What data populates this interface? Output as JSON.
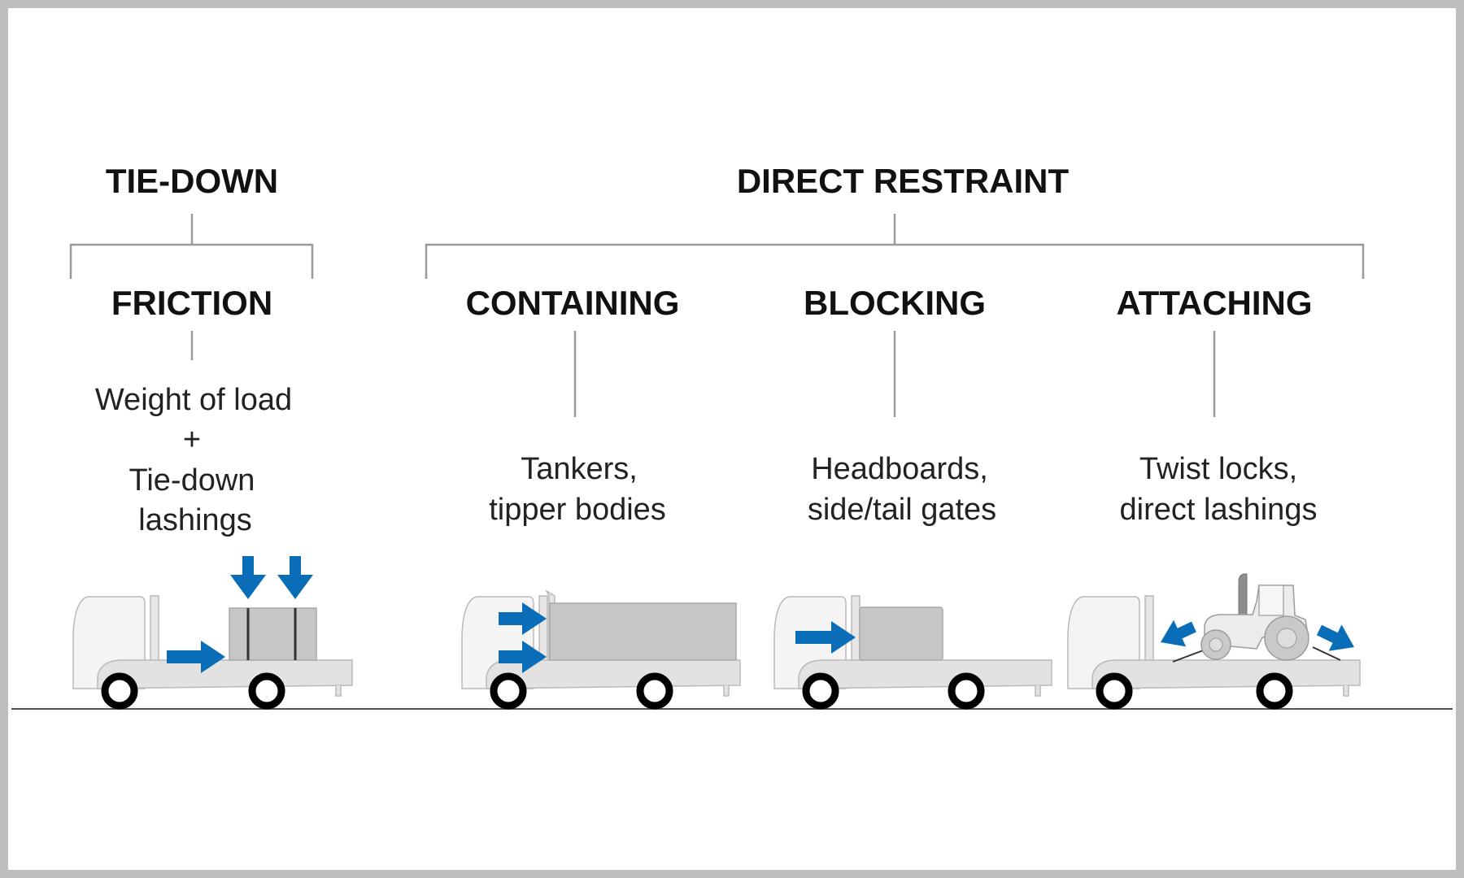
{
  "title": "Load restraint methods",
  "groups": [
    {
      "heading": "TIE-DOWN",
      "methods": [
        {
          "name": "FRICTION",
          "description_lines": [
            "Weight of load",
            "+",
            "Tie-down",
            "lashings"
          ],
          "vehicle": "flatbed truck with strapped box load",
          "force_arrows": [
            "down",
            "down",
            "right"
          ]
        }
      ]
    },
    {
      "heading": "DIRECT RESTRAINT",
      "methods": [
        {
          "name": "CONTAINING",
          "description_lines": [
            "Tankers,",
            "tipper bodies"
          ],
          "vehicle": "tipper truck",
          "force_arrows": [
            "right",
            "right"
          ]
        },
        {
          "name": "BLOCKING",
          "description_lines": [
            "Headboards,",
            "side/tail gates"
          ],
          "vehicle": "flatbed truck with box against headboard",
          "force_arrows": [
            "right"
          ]
        },
        {
          "name": "ATTACHING",
          "description_lines": [
            "Twist locks,",
            "direct lashings"
          ],
          "vehicle": "flatbed truck carrying tractor",
          "force_arrows": [
            "left",
            "right"
          ]
        }
      ]
    }
  ],
  "colors": {
    "arrow": "#0a6db8",
    "frame": "#bcbdbf",
    "text": "#111111"
  }
}
